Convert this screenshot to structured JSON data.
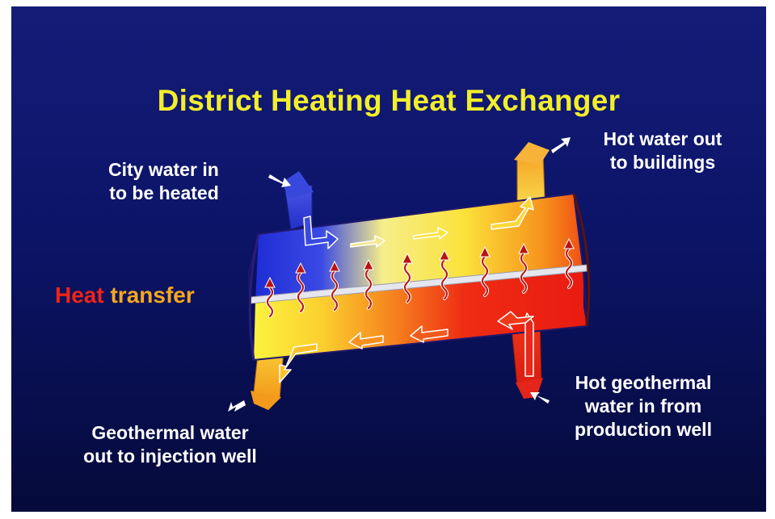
{
  "title": "District Heating Heat Exchanger",
  "labels": {
    "city_water_in": [
      "City water in",
      "to be heated"
    ],
    "hot_water_out": [
      "Hot water out",
      "to buildings"
    ],
    "geothermal_out": [
      "Geothermal water",
      "out to injection well"
    ],
    "hot_geothermal_in": [
      "Hot geothermal",
      "water in from",
      "production well"
    ],
    "heat_transfer": [
      "Heat",
      "transfer"
    ]
  },
  "colors": {
    "background": "#0c1468",
    "title": "#f2ee2a",
    "label": "#ffffff",
    "cold": "#2a3bd8",
    "warm": "#fbe23a",
    "hot": "#ee1f12",
    "heat_word": "#ee2416",
    "transfer_word": "#f6a81c"
  }
}
